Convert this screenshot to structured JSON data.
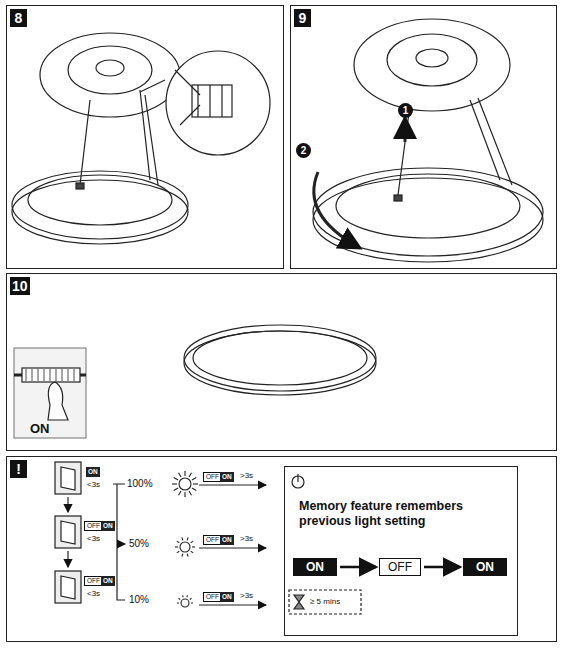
{
  "diagram": {
    "nodes": [
      {
        "text": [
          "8"
        ]
      },
      {
        "text": [
          "9"
        ]
      },
      {
        "text": [
          "10"
        ]
      },
      {
        "text": [
          "!"
        ]
      },
      {
        "text": [
          "Memory feature remembers previous light setting"
        ],
        "in": 3
      },
      {
        "text": [
          "ON"
        ],
        "in": 4
      },
      {
        "text": [
          "OFF"
        ],
        "in": 4
      },
      {
        "text": [
          "ON"
        ],
        "in": 4
      }
    ],
    "edges": [
      {
        "from": 5,
        "to": 6,
        "arrow": "to"
      },
      {
        "from": 6,
        "to": 7,
        "arrow": "to"
      }
    ],
    "labels": [
      "1",
      "2",
      "ON",
      "ON",
      "<3s",
      "OFF",
      "ON",
      "<3s",
      "OFF",
      "ON",
      "<3s",
      "100%",
      "50%",
      "10%",
      "OFF",
      "ON",
      ">3s",
      "OFF",
      "ON",
      ">3s",
      "OFF",
      "ON",
      ">3s",
      "≥ 5 mins"
    ]
  }
}
